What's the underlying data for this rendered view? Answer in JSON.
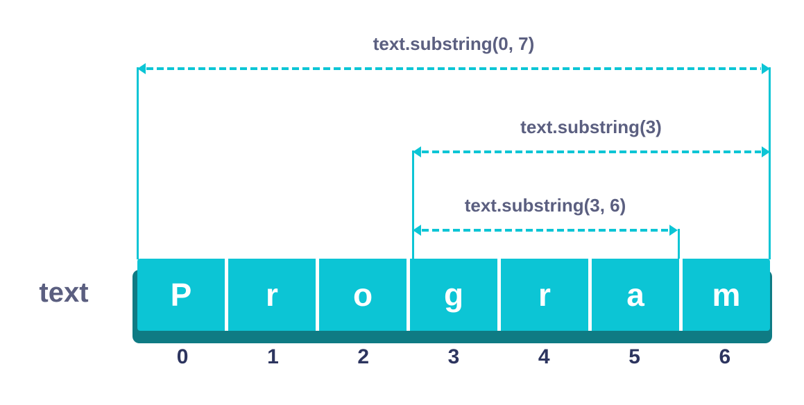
{
  "diagram": {
    "variable_label": "text",
    "string_value": "Program",
    "cells": [
      {
        "char": "P",
        "index": "0"
      },
      {
        "char": "r",
        "index": "1"
      },
      {
        "char": "o",
        "index": "2"
      },
      {
        "char": "g",
        "index": "3"
      },
      {
        "char": "r",
        "index": "4"
      },
      {
        "char": "a",
        "index": "5"
      },
      {
        "char": "m",
        "index": "6"
      }
    ],
    "annotations": [
      {
        "label": "text.substring(0, 7)"
      },
      {
        "label": "text.substring(3)"
      },
      {
        "label": "text.substring(3, 6)"
      }
    ],
    "colors": {
      "teal": "#0cc5d5",
      "teal_dark": "#0f7b84",
      "slate": "#5b5f80",
      "navy": "#2d355f",
      "cell_text": "#ffffff"
    }
  }
}
